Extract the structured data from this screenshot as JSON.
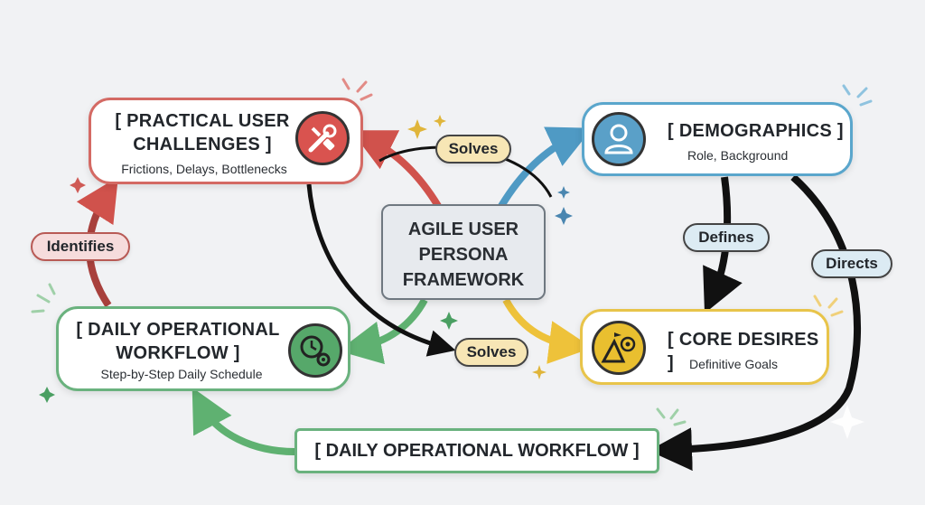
{
  "center": {
    "title": "AGILE USER\nPERSONA\nFRAMEWORK"
  },
  "challenges": {
    "title": "[ PRACTICAL USER\nCHALLENGES        ]",
    "subtitle": "Frictions, Delays, Bottlenecks",
    "icon": "tools-icon",
    "color": "#d9534f"
  },
  "demographics": {
    "title": "[ DEMOGRAPHICS ]",
    "subtitle": "Role, Background",
    "icon": "user-icon",
    "color": "#5aa0c8"
  },
  "workflow": {
    "title": "[ DAILY OPERATIONAL\nWORKFLOW ]",
    "subtitle": "Step-by-Step Daily Schedule",
    "icon": "clock-gear-icon",
    "color": "#56a86a"
  },
  "desires": {
    "title": "[ CORE DESIRES ]",
    "subtitle": "Definitive Goals",
    "icon": "mountain-target-icon",
    "color": "#e9bf2f"
  },
  "bottom": {
    "title": "[ DAILY OPERATIONAL WORKFLOW ]"
  },
  "labels": {
    "solves_top": "Solves",
    "solves_bottom": "Solves",
    "identifies": "Identifies",
    "defines": "Defines",
    "directs": "Directs"
  }
}
